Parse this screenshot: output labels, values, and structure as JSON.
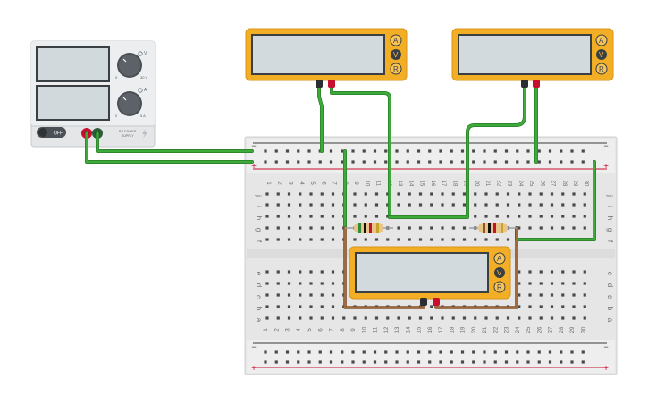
{
  "power_supply": {
    "off_label": "OFF",
    "voltage_unit": "V",
    "current_unit": "A",
    "knob_voltage_label": "30 V",
    "knob_voltage_zero": "0",
    "knob_current_label": "5 A",
    "knob_current_zero": "0",
    "brand_line1": "DC POWER",
    "brand_line2": "SUPPLY"
  },
  "multimeter": {
    "mode_a": "A",
    "mode_v": "V",
    "mode_r": "R"
  },
  "breadboard": {
    "column_count": 30,
    "row_letters_top": [
      "j",
      "i",
      "h",
      "g",
      "f"
    ],
    "row_letters_bottom": [
      "e",
      "d",
      "c",
      "b",
      "a"
    ],
    "rail_minus": "−",
    "rail_plus": "+"
  },
  "colors": {
    "wire_green": "#3dab3a",
    "wire_brown": "#a06a3c",
    "multimeter_body": "#f2ae25",
    "lcd": "#d3dadd",
    "positive_red": "#c8102e"
  }
}
